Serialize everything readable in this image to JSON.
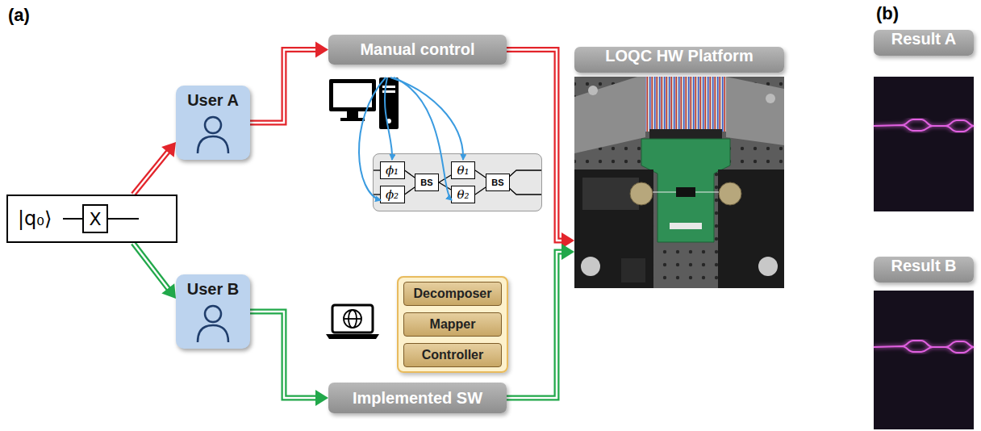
{
  "diagram": {
    "nodes": [
      {
        "text": [
          "|q₀⟩"
        ]
      },
      {
        "text": [
          "X"
        ],
        "in": 0
      },
      {
        "text": [
          "User A"
        ]
      },
      {
        "text": [
          "Manual control"
        ]
      },
      {
        "text": []
      },
      {
        "text": [
          "ϕ₁"
        ],
        "in": 4
      },
      {
        "text": [
          "ϕ₂"
        ],
        "in": 4
      },
      {
        "text": [
          "BS"
        ],
        "in": 4
      },
      {
        "text": [
          "θ₁"
        ],
        "in": 4
      },
      {
        "text": [
          "θ₂"
        ],
        "in": 4
      },
      {
        "text": [
          "BS"
        ],
        "in": 4
      },
      {
        "text": [
          "LOQC HW Platform"
        ]
      },
      {
        "text": [
          "User B"
        ]
      },
      {
        "text": []
      },
      {
        "text": [
          "Decomposer"
        ],
        "in": 13
      },
      {
        "text": [
          "Mapper"
        ],
        "in": 13
      },
      {
        "text": [
          "Controller"
        ],
        "in": 13
      },
      {
        "text": [
          "Implemented SW"
        ]
      },
      {
        "text": [
          "Result A"
        ]
      },
      {
        "text": [
          "Result B"
        ]
      }
    ],
    "edges": [
      {
        "from": 0,
        "to": 2,
        "arrow": "to"
      },
      {
        "from": 0,
        "to": 12,
        "arrow": "to"
      },
      {
        "from": 2,
        "to": 3,
        "arrow": "to"
      },
      {
        "from": 3,
        "to": 11,
        "arrow": "to"
      },
      {
        "from": 12,
        "to": 17,
        "arrow": "to"
      },
      {
        "from": 17,
        "to": 11,
        "arrow": "to"
      },
      {
        "from": 5,
        "to": 7,
        "arrow": "none"
      },
      {
        "from": 6,
        "to": 7,
        "arrow": "none"
      },
      {
        "from": 7,
        "to": 8,
        "arrow": "none"
      },
      {
        "from": 7,
        "to": 9,
        "arrow": "none"
      },
      {
        "from": 8,
        "to": 10,
        "arrow": "none"
      },
      {
        "from": 9,
        "to": 10,
        "arrow": "none"
      }
    ],
    "labels": [
      "(a)",
      "(b)"
    ]
  }
}
